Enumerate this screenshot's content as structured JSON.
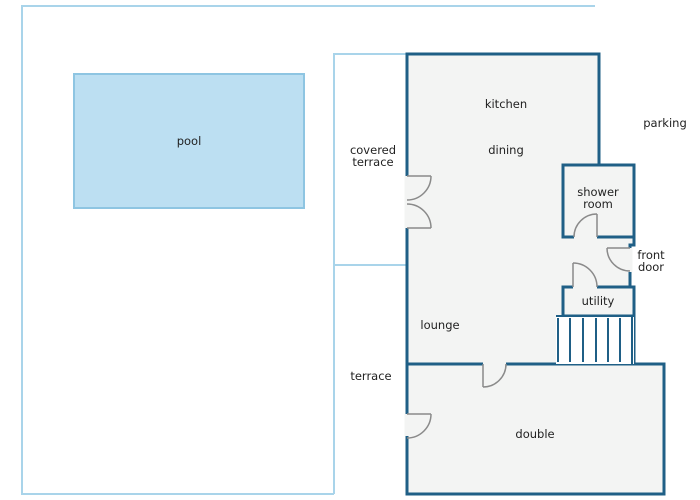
{
  "colors": {
    "outer_line": "#a9d4ea",
    "wall": "#1f5f86",
    "room_fill": "#f3f4f3",
    "pool_fill": "#bcdff2",
    "pool_stroke": "#8ec5e2",
    "door": "#8a8a8a"
  },
  "labels": {
    "pool": "pool",
    "kitchen": "kitchen",
    "dining": "dining",
    "parking": "parking",
    "covered_terrace_1": "covered",
    "covered_terrace_2": "terrace",
    "shower_room_1": "shower",
    "shower_room_2": "room",
    "front_door_1": "front",
    "front_door_2": "door",
    "utility": "utility",
    "lounge": "lounge",
    "terrace": "terrace",
    "double": "double"
  }
}
